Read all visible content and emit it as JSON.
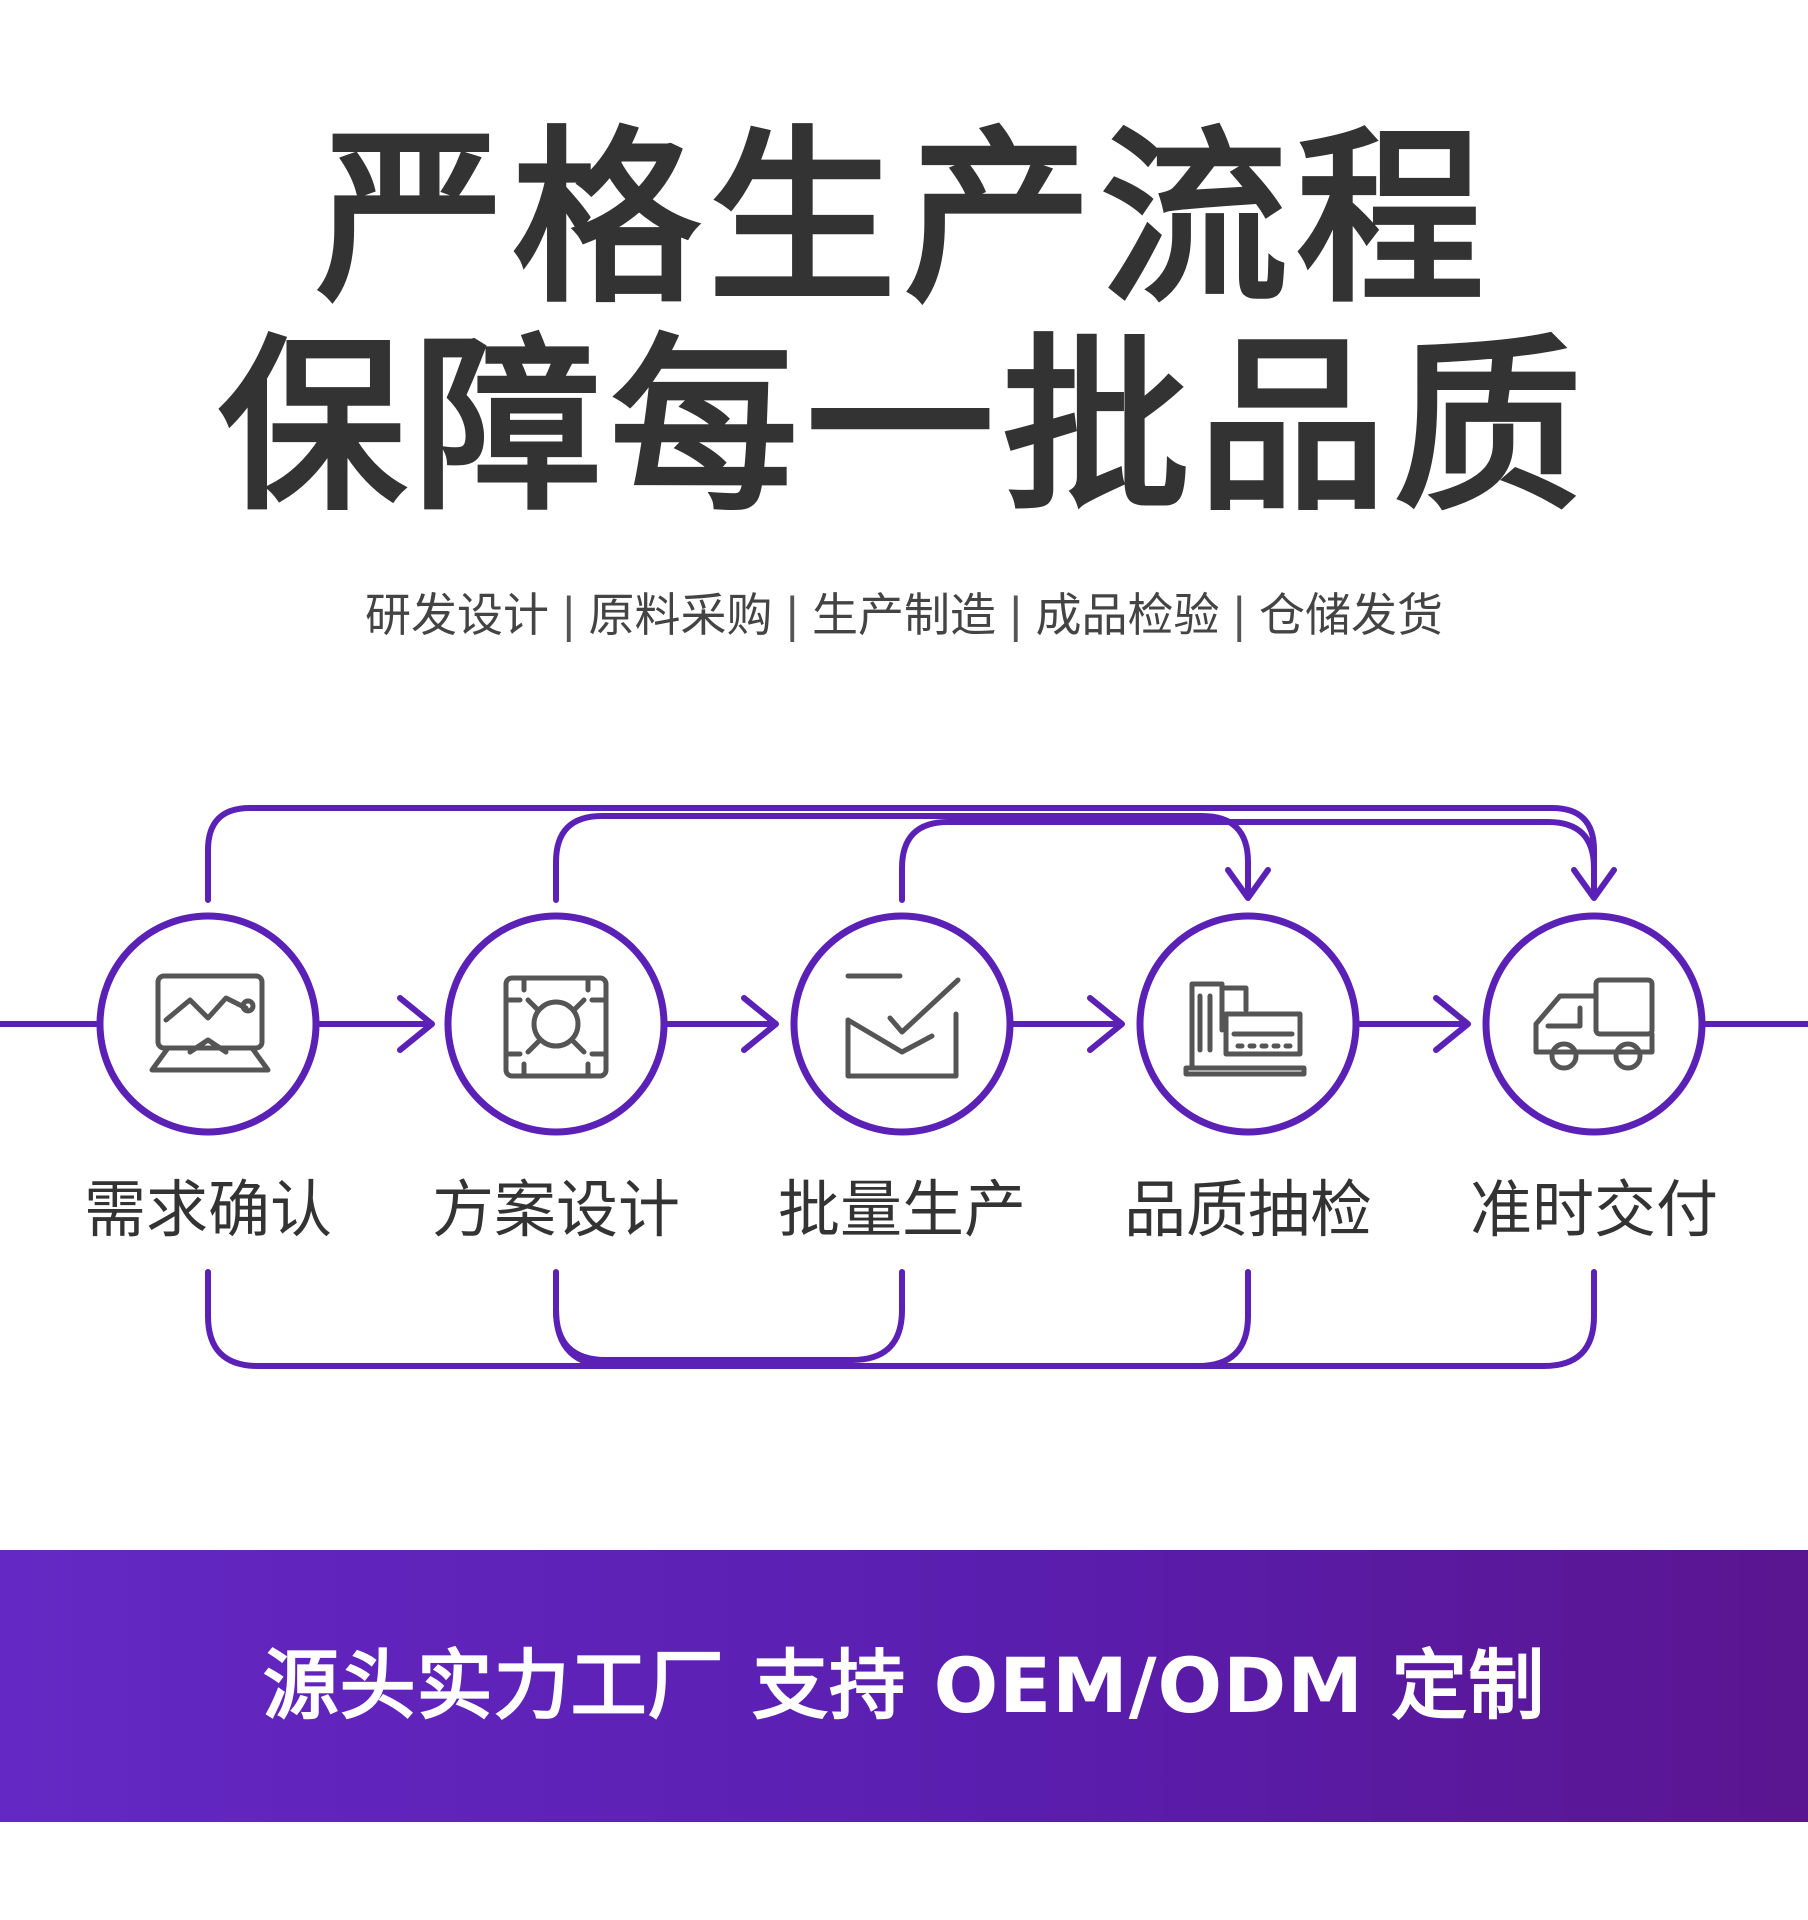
{
  "title": {
    "line1": "严格生产流程",
    "line2": "保障每一批品质"
  },
  "subtitle": {
    "items": [
      "研发设计",
      "原料采购",
      "生产制造",
      "成品检验",
      "仓储发货"
    ],
    "separator": "|"
  },
  "steps": [
    {
      "label": "需求确认",
      "icon": "monitor-chart-icon"
    },
    {
      "label": "方案设计",
      "icon": "design-blueprint-icon"
    },
    {
      "label": "批量生产",
      "icon": "checkmark-tray-icon"
    },
    {
      "label": "品质抽检",
      "icon": "factory-icon"
    },
    {
      "label": "准时交付",
      "icon": "delivery-truck-icon"
    }
  ],
  "banner": {
    "text": "源头实力工厂 支持 OEM/ODM 定制"
  },
  "colors": {
    "accent": "#5b21b6",
    "text": "#333333",
    "banner_start": "#6428c4",
    "banner_end": "#5a1590"
  }
}
